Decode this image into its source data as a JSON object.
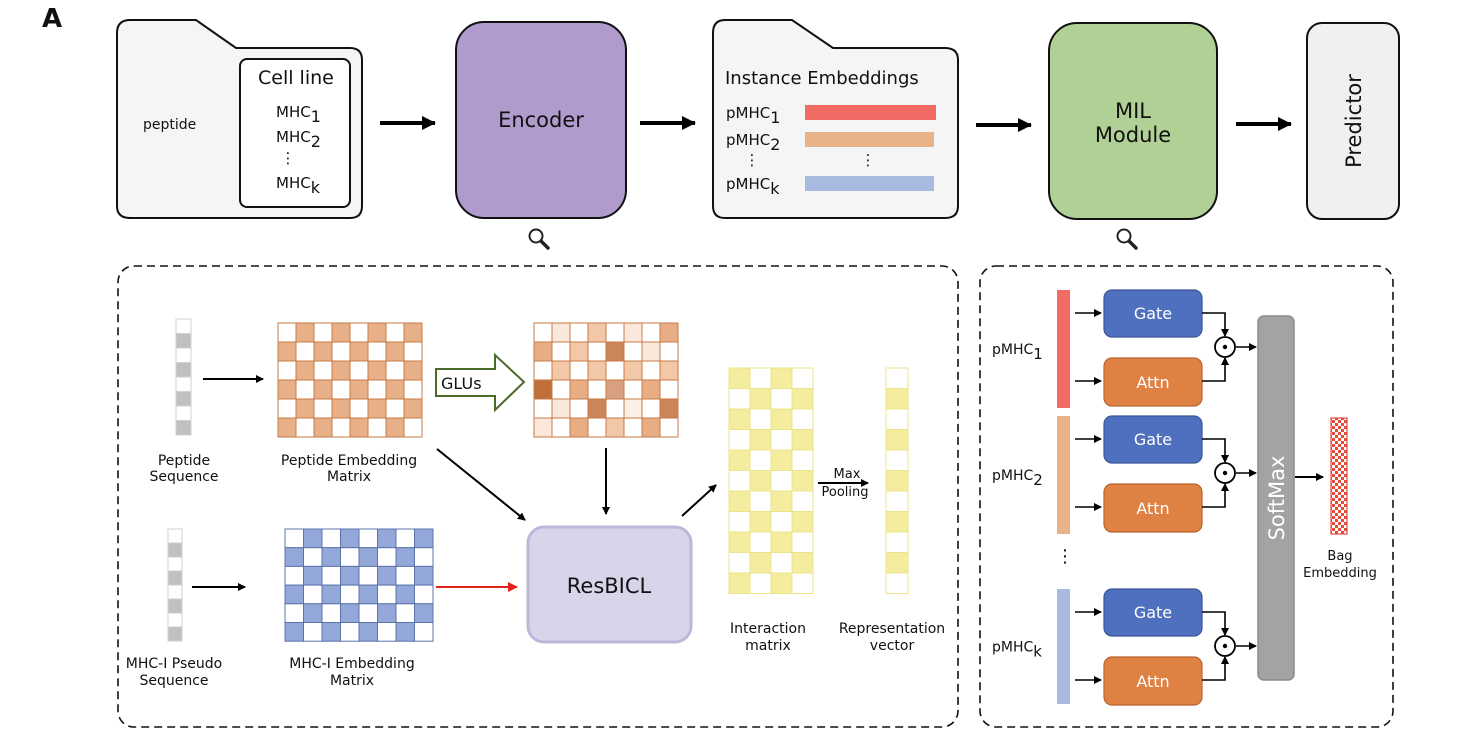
{
  "panel_label": "A",
  "top_pipeline": {
    "input_box": {
      "left_label": "peptide",
      "cell_line_title": "Cell line",
      "mhc_items": [
        {
          "base": "MHC",
          "sub": "1"
        },
        {
          "base": "MHC",
          "sub": "2"
        },
        {
          "base": "⋮",
          "sub": ""
        },
        {
          "base": "MHC",
          "sub": "k"
        }
      ]
    },
    "encoder_label": "Encoder",
    "instance_box": {
      "title": "Instance Embeddings",
      "rows": [
        {
          "base": "pMHC",
          "sub": "1",
          "color": "#ef6b63"
        },
        {
          "base": "pMHC",
          "sub": "2",
          "color": "#e9b38a"
        },
        {
          "base": "pMHC",
          "sub": "k",
          "color": "#a8bae0"
        }
      ],
      "ellipsis": "⋮"
    },
    "mil_label_line1": "MIL",
    "mil_label_line2": "Module",
    "predictor_label": "Predictor",
    "colors": {
      "encoder": "#b09bcc",
      "mil": "#b0d095",
      "folder": "#f5f5f5",
      "predictor": "#f0f0f0"
    }
  },
  "encoder_detail": {
    "peptide_sequence_label": [
      "Peptide",
      "Sequence"
    ],
    "peptide_embedding_label": [
      "Peptide Embedding",
      "Matrix"
    ],
    "glu_label": "GLUs",
    "mhc_sequence_label": [
      "MHC-I Pseudo",
      "Sequence"
    ],
    "mhc_embedding_label": [
      "MHC-I Embedding",
      "Matrix"
    ],
    "resbicl_label": "ResBICL",
    "max_pooling_label": [
      "Max",
      "Pooling"
    ],
    "interaction_label": [
      "Interaction",
      "matrix"
    ],
    "representation_label": [
      "Representation",
      "vector"
    ],
    "glu_output_levels": [
      [
        0,
        1,
        0,
        2,
        0,
        1,
        0,
        3
      ],
      [
        3,
        0,
        2,
        0,
        4,
        0,
        1,
        0
      ],
      [
        0,
        2,
        0,
        2,
        0,
        2,
        0,
        2
      ],
      [
        5,
        0,
        3,
        0,
        2.5,
        0,
        3,
        0
      ],
      [
        0,
        1,
        0,
        4,
        0,
        0.5,
        0,
        4
      ],
      [
        1,
        0,
        3,
        0,
        2,
        0,
        3,
        0
      ]
    ],
    "colors": {
      "peptide_cell": "#e8b088",
      "peptide_border": "#c97a45",
      "mhc_cell": "#93a8d8",
      "mhc_border": "#5b73ab",
      "yellow_cell": "#f4ec9e",
      "yellow_border": "#ece48a",
      "seq_cell": "#c0c0c0",
      "resbicl_fill": "#d8d5ea",
      "resbicl_border": "#bcb8da",
      "glu_arrow": "#4a6a2a",
      "red_arrow": "#e2231a"
    }
  },
  "mil_detail": {
    "instances": [
      {
        "base": "pMHC",
        "sub": "1",
        "color": "#ef6b63"
      },
      {
        "base": "pMHC",
        "sub": "2",
        "color": "#e9b38a"
      },
      {
        "base": "pMHC",
        "sub": "k",
        "color": "#a8bae0"
      }
    ],
    "ellipsis": "⋮",
    "gate_label": "Gate",
    "attn_label": "Attn",
    "softmax_label": "SoftMax",
    "bag_label": [
      "Bag",
      "Embedding"
    ],
    "colors": {
      "gate": "#4f70be",
      "gate_border": "#3a5597",
      "attn": "#df8143",
      "attn_border": "#b86430",
      "softmax": "#a3a3a3",
      "softmax_border": "#8a8a8a",
      "bag": "#e64a3b"
    }
  }
}
